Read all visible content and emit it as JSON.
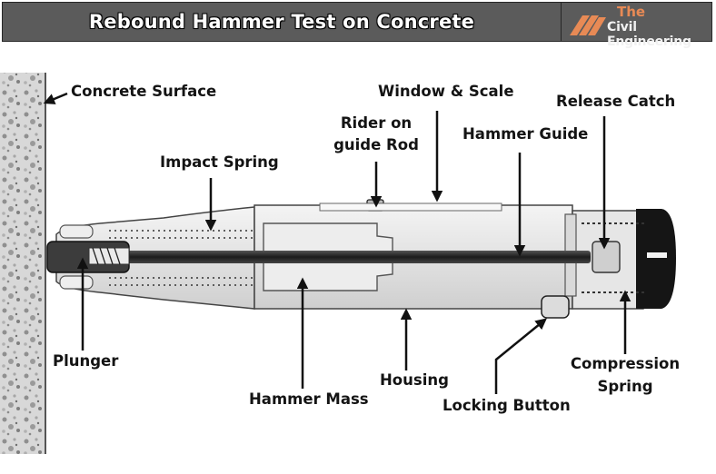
{
  "header": {
    "title": "Rebound Hammer Test on Concrete",
    "logo_top": "The",
    "logo_bottom": "Civil Engineering",
    "accent_color": "#e88a55"
  },
  "labels": {
    "concrete_surface": "Concrete Surface",
    "window_scale": "Window & Scale",
    "release_catch": "Release Catch",
    "rider_line1": "Rider on",
    "rider_line2": "guide Rod",
    "hammer_guide": "Hammer Guide",
    "impact_spring": "Impact Spring",
    "plunger": "Plunger",
    "housing": "Housing",
    "hammer_mass": "Hammer Mass",
    "locking_button": "Locking Button",
    "compression_line1": "Compression",
    "compression_line2": "Spring"
  }
}
